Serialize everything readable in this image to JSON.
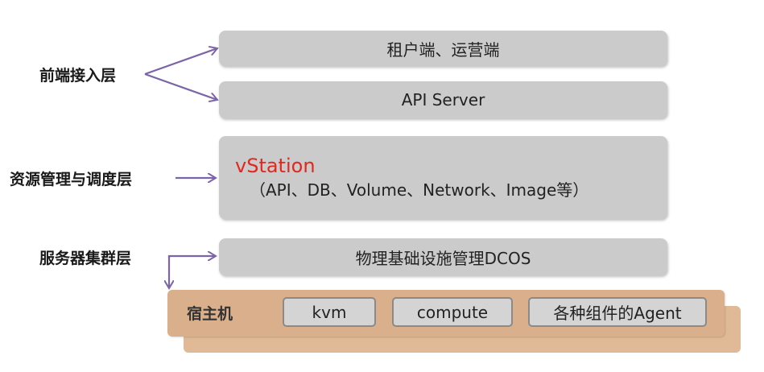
{
  "layers": {
    "frontend": "前端接入层",
    "resource": "资源管理与调度层",
    "server_cluster": "服务器集群层"
  },
  "boxes": {
    "tenant_ops": "租户端、运营端",
    "api_server": "API Server",
    "vstation_title": "vStation",
    "vstation_detail": "（API、DB、Volume、Network、Image等）",
    "dcos": "物理基础设施管理DCOS"
  },
  "host": {
    "title": "宿主机",
    "items": [
      "kvm",
      "compute",
      "各种组件的Agent"
    ]
  },
  "colors": {
    "box_fill": "#cbcbcb",
    "host_fill": "#d9b08b",
    "arrow": "#7b64a8",
    "vstation_red": "#e3261e"
  }
}
